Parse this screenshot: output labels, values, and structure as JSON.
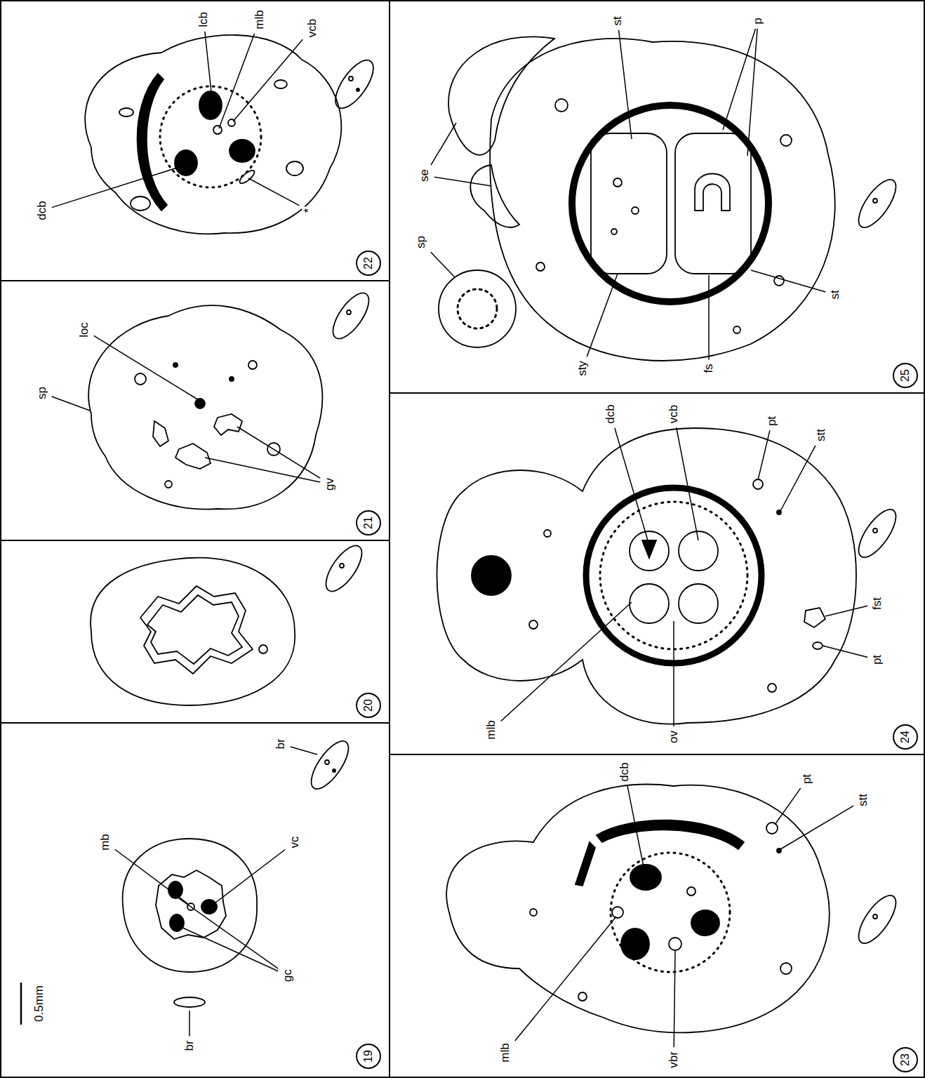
{
  "diagram": {
    "nodes": [
      {
        "text": [
          "19"
        ]
      },
      {
        "text": [
          "20"
        ]
      },
      {
        "text": [
          "21"
        ]
      },
      {
        "text": [
          "22"
        ]
      },
      {
        "text": [
          "23"
        ]
      },
      {
        "text": [
          "24"
        ]
      },
      {
        "text": [
          "25"
        ]
      }
    ],
    "labels": [
      "br",
      "br",
      "mb",
      "vc",
      "gc",
      "0.5mm",
      "loc",
      "sp",
      "gv",
      "lcb",
      "dcb",
      "mlb",
      "vcb",
      "*",
      "dcb",
      "pt",
      "stt",
      "mlb",
      "vbr",
      "dcb",
      "vcb",
      "pt",
      "stt",
      "fst",
      "pt",
      "mlb",
      "ov",
      "se",
      "sp",
      "st",
      "p",
      "sty",
      "st",
      "fs"
    ]
  }
}
